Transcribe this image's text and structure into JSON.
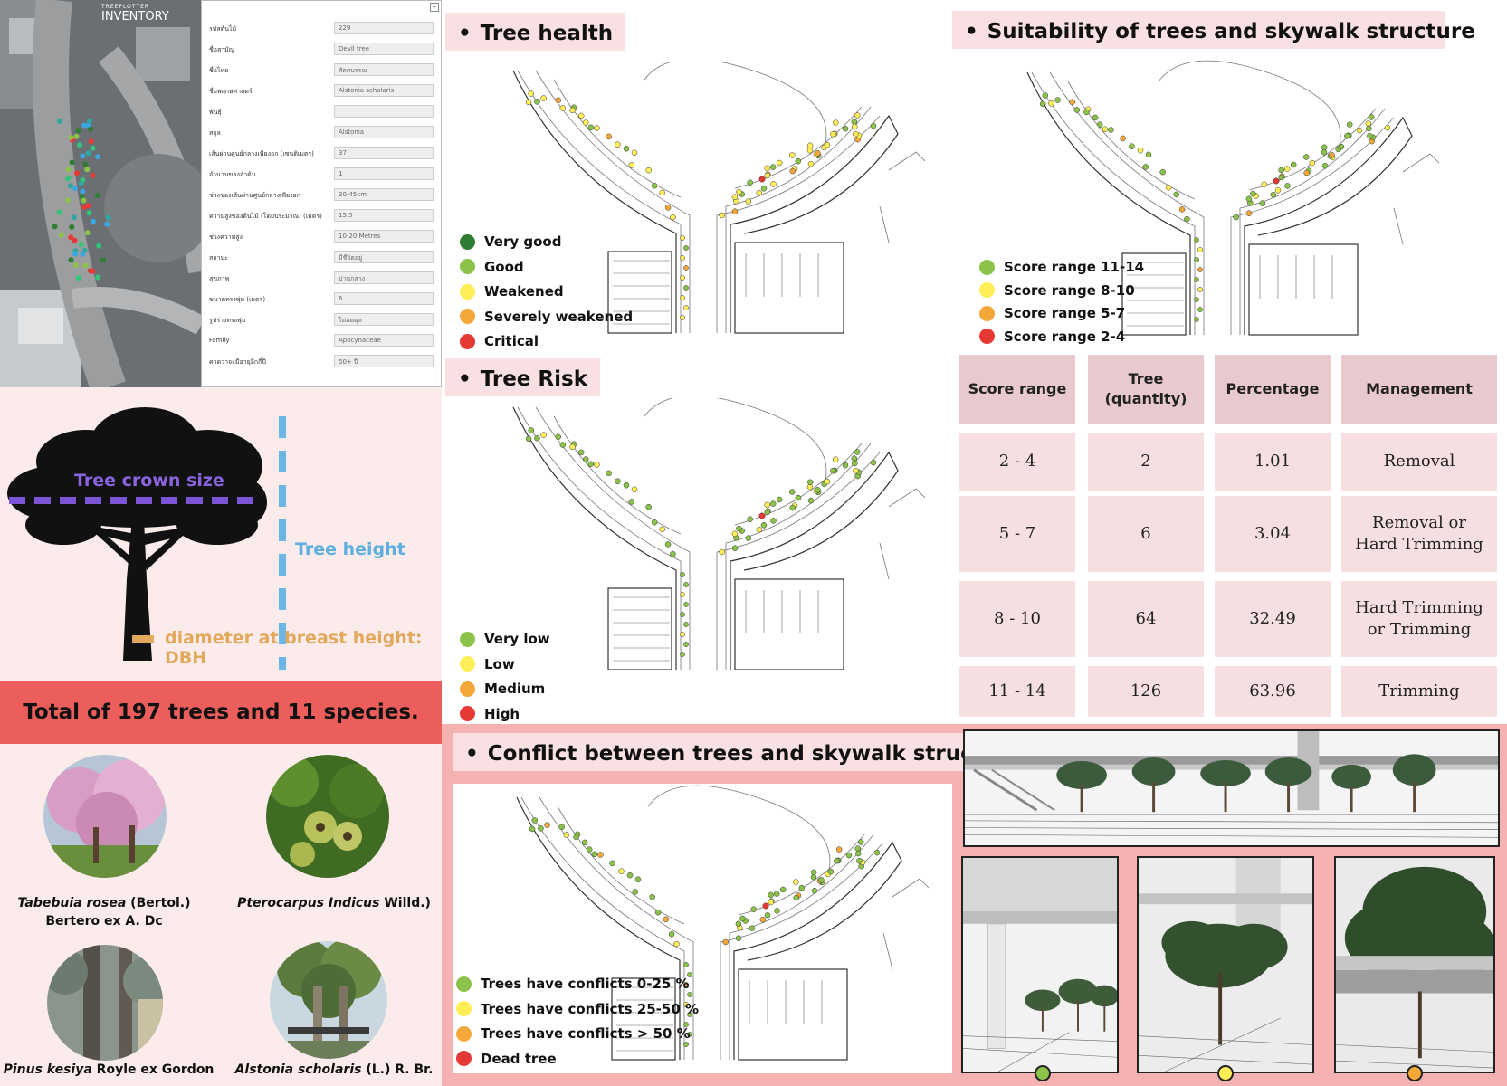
{
  "app": {
    "brand_small": "TREEPLOTTER",
    "brand_large": "INVENTORY",
    "form_fields": [
      {
        "label": "รหัสต้นไม้",
        "value": "229"
      },
      {
        "label": "ชื่อสามัญ",
        "value": "Devil tree"
      },
      {
        "label": "ชื่อไทย",
        "value": "สัตตบรรณ"
      },
      {
        "label": "ชื่อพฤกษศาสตร์",
        "value": "Alstonia scholaris"
      },
      {
        "label": "พันธุ์",
        "value": ""
      },
      {
        "label": "สกุล",
        "value": "Alstonia"
      },
      {
        "label": "เส้นผ่านศูนย์กลางเพียงอก (เซนติเมตร)",
        "value": "37"
      },
      {
        "label": "จำนวนของลำต้น",
        "value": "1"
      },
      {
        "label": "ช่วงของเส้นผ่านศูนย์กลางเพียงอก",
        "value": "30-45cm"
      },
      {
        "label": "ความสูงของต้นไม้ (โดยประมาณ) (เมตร)",
        "value": "15.5"
      },
      {
        "label": "ช่วงความสูง",
        "value": "10-20 Metres"
      },
      {
        "label": "สถานะ",
        "value": "มีชีวิตอยู่"
      },
      {
        "label": "สุขภาพ",
        "value": "ปานกลาง"
      },
      {
        "label": "ขนาดทรงพุ่ม (เมตร)",
        "value": "6"
      },
      {
        "label": "รูปร่างทรงพุ่ม",
        "value": "ไม่สมดุล"
      },
      {
        "label": "Family",
        "value": "Apocynaceae"
      },
      {
        "label": "คาดว่าจะมีอายุอีกกี่ปี",
        "value": "50+ ปี"
      }
    ]
  },
  "diagram": {
    "crown_label": "Tree crown size",
    "height_label": "Tree height",
    "dbh_label": "diameter at breast height: DBH"
  },
  "summary": {
    "total_text": "Total of 197 trees and 11 species."
  },
  "species": [
    {
      "italic": "Tabebuia rosea",
      "rest": " (Bertol.)",
      "line2": "Bertero ex A. Dc"
    },
    {
      "italic": "Pterocarpus Indicus",
      "rest": " Willd.)",
      "line2": ""
    },
    {
      "italic": "Pinus kesiya",
      "rest": "  Royle ex Gordon",
      "line2": ""
    },
    {
      "italic": "Alstonia scholaris",
      "rest": " (L.) R. Br.",
      "line2": ""
    }
  ],
  "sections": {
    "health": {
      "title": "Tree health",
      "legend": [
        {
          "label": "Very good",
          "color": "#2e7d32"
        },
        {
          "label": "Good",
          "color": "#8bc34a"
        },
        {
          "label": "Weakened",
          "color": "#ffee58"
        },
        {
          "label": "Severely weakened",
          "color": "#f4a83a"
        },
        {
          "label": "Critical",
          "color": "#e53935"
        }
      ]
    },
    "risk": {
      "title": "Tree Risk",
      "legend": [
        {
          "label": "Very low",
          "color": "#8bc34a"
        },
        {
          "label": "Low",
          "color": "#ffee58"
        },
        {
          "label": "Medium",
          "color": "#f4a83a"
        },
        {
          "label": "High",
          "color": "#e53935"
        }
      ]
    },
    "suitability": {
      "title": "Suitability of trees and skywalk structure",
      "legend": [
        {
          "label": "Score range 11-14",
          "color": "#8bc34a"
        },
        {
          "label": "Score range 8-10",
          "color": "#ffee58"
        },
        {
          "label": "Score range 5-7",
          "color": "#f4a83a"
        },
        {
          "label": "Score range 2-4",
          "color": "#e53935"
        }
      ]
    },
    "conflict": {
      "title": "Conflict between trees and skywalk structure",
      "legend": [
        {
          "label": "Trees have conflicts 0-25 %",
          "color": "#8bc34a"
        },
        {
          "label": "Trees have conflicts 25-50 %",
          "color": "#ffee58"
        },
        {
          "label": "Trees have conflicts > 50 %",
          "color": "#f4a83a"
        },
        {
          "label": "Dead tree",
          "color": "#e53935"
        }
      ]
    }
  },
  "table": {
    "headers": [
      "Score range",
      "Tree\n(quantity)",
      "Percentage",
      "Management"
    ],
    "rows": [
      [
        "2 - 4",
        "2",
        "1.01",
        "Removal"
      ],
      [
        "5 - 7",
        "6",
        "3.04",
        "Removal  or\nHard Trimming"
      ],
      [
        "8 - 10",
        "64",
        "32.49",
        "Hard Trimming\nor Trimming"
      ],
      [
        "11 - 14",
        "126",
        "63.96",
        "Trimming"
      ]
    ]
  },
  "render_markers": [
    "#8bc34a",
    "#ffee58",
    "#f4a83a"
  ]
}
